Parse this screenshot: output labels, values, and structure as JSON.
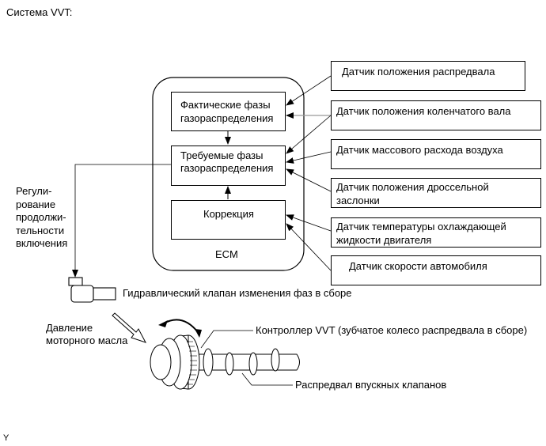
{
  "title": "Система VVT:",
  "ecm": {
    "label": "ECM",
    "blocks": {
      "actual": "Фактические фазы газораспределения",
      "actual_line1": "Фактические фазы",
      "actual_line2": "газораспределения",
      "target_line1": "Требуемые фазы",
      "target_line2": "газораспределения",
      "correction": "Коррекция"
    }
  },
  "sensors": [
    {
      "id": "camshaft-position",
      "line1": "Датчик положения распредвала",
      "line2": ""
    },
    {
      "id": "crankshaft-position",
      "line1": "Датчик положения коленчатого вала",
      "line2": ""
    },
    {
      "id": "mass-air-flow",
      "line1": "Датчик массового расхода воздуха",
      "line2": ""
    },
    {
      "id": "throttle-position",
      "line1": "Датчик положения дроссельной",
      "line2": "заслонки"
    },
    {
      "id": "coolant-temperature",
      "line1": "Датчик температуры охлаждающей",
      "line2": "жидкости двигателя"
    },
    {
      "id": "vehicle-speed",
      "line1": "Датчик скорости автомобиля",
      "line2": ""
    }
  ],
  "duty_control": {
    "lines": [
      "Регули-",
      "рование",
      "продолжи-",
      "тельности",
      "включения"
    ]
  },
  "labels": {
    "ocv": "Гидравлический клапан изменения фаз в сборе",
    "oil_pressure_line1": "Давление",
    "oil_pressure_line2": "моторного масла",
    "vvt_controller": "Контроллер VVT (зубчатое колесо распредвала в сборе)",
    "intake_camshaft": "Распредвал впускных клапанов"
  },
  "footer_mark": "Y"
}
